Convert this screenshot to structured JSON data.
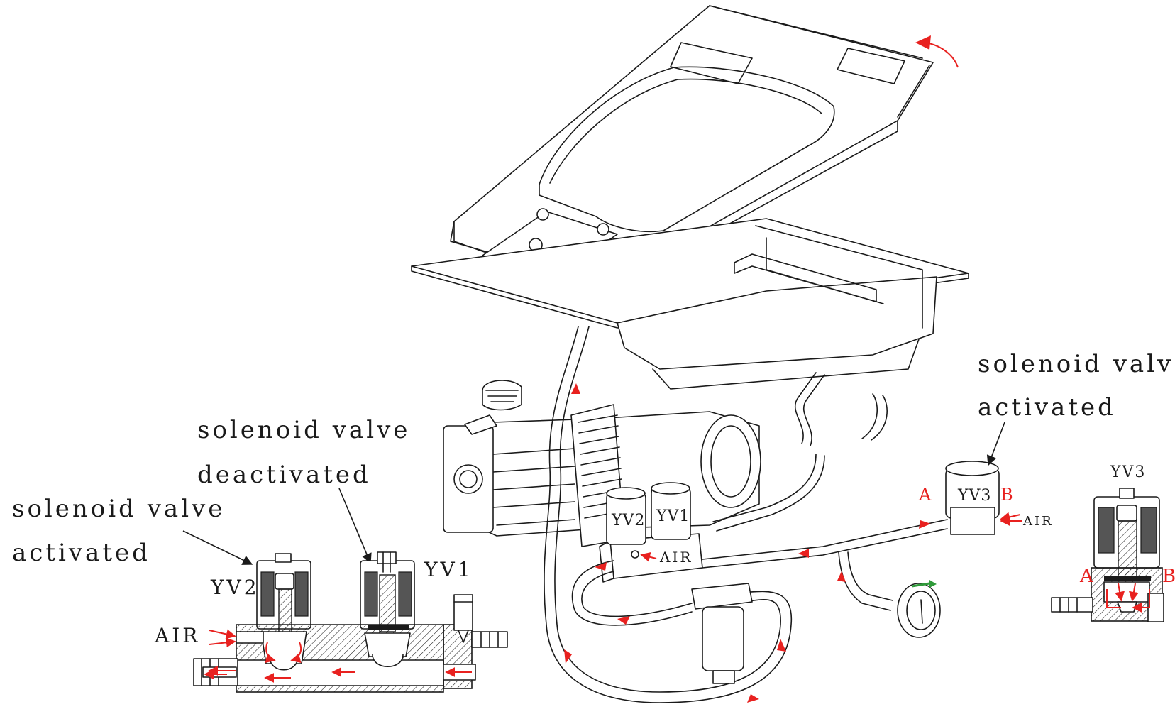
{
  "labels": {
    "left_activated_line1": "solenoid valve",
    "left_activated_line2": "activated",
    "center_deactivated_line1": "solenoid valve",
    "center_deactivated_line2": "deactivated",
    "right_activated_line1": "solenoid valve",
    "right_activated_line2": "activated",
    "yv1_label": "YV1",
    "yv2_label": "YV2",
    "yv3_label": "YV3",
    "yv3_detail_label": "YV3",
    "air_left": "AIR",
    "air_center": "AIR",
    "air_right": "AIR",
    "port_a_main": "A",
    "port_b_main": "B",
    "port_a_detail": "A",
    "port_b_detail": "B",
    "yv1_body_label": "YV1",
    "yv2_body_label": "YV2",
    "yv3_body_label": "YV3"
  },
  "colors": {
    "line": "#1a1a1a",
    "flow_arrow": "#e8211f",
    "coil": "#555555",
    "gauge_arrow": "#2f9a3a"
  },
  "icons": {
    "flow_arrow": "red-arrow",
    "rotation_arrow": "curved-red-arrow",
    "gauge": "pressure-gauge",
    "hatch": "section-hatch"
  }
}
